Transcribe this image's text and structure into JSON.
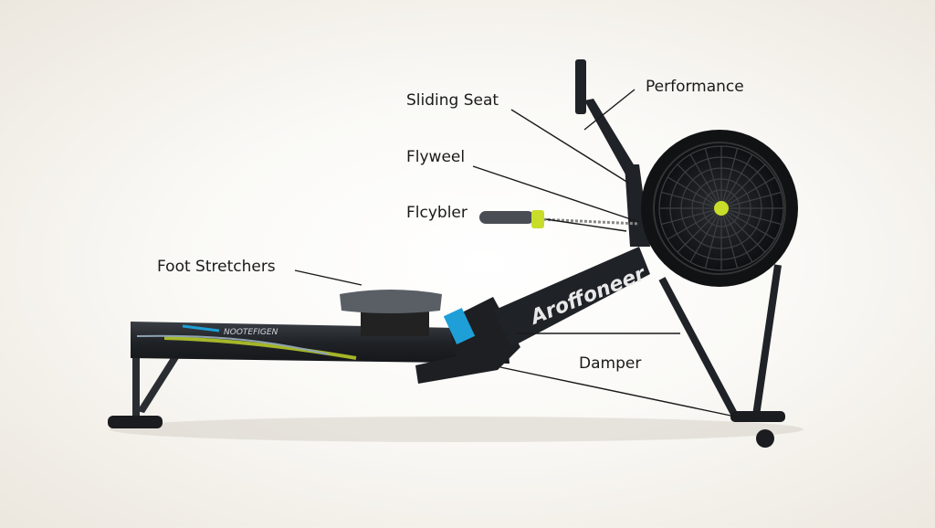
{
  "labels": {
    "sliding_seat": "Sliding Seat",
    "performance": "Performance",
    "flywheel": "Flyweel",
    "flcybler": "Flcybler",
    "foot_stretchers": "Foot Stretchers",
    "damper": "Damper"
  },
  "branding": {
    "frame_logo": "Aroffoneer",
    "rail_logo": "NOOTEFIGEN"
  },
  "colors": {
    "frame": "#1f2226",
    "seat": "#5a5f66",
    "accent_green": "#c8dc2a",
    "accent_blue": "#1e9fd8",
    "leader_line": "#1a1a1a"
  }
}
